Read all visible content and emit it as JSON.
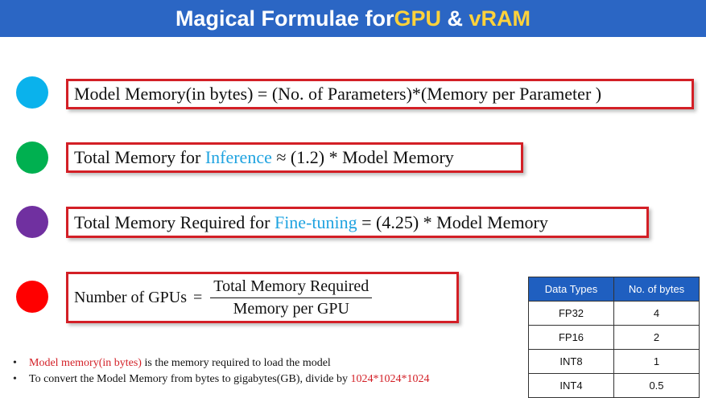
{
  "title": {
    "part1": "Magical Formulae for ",
    "gpu": "GPU",
    "amp": " & ",
    "vram": "vRAM"
  },
  "colors": {
    "banner": "#2b66c4",
    "highlight": "#ffd23a",
    "accent": "#1fa3e0",
    "box_border": "#d31f26",
    "dot1": "#0ab2ec",
    "dot2": "#00b050",
    "dot3": "#7030a0",
    "dot4": "#ff0000"
  },
  "formulas": {
    "f1": "Model Memory(in bytes) = (No. of Parameters)*(Memory per Parameter )",
    "f2": {
      "pre": "Total Memory for ",
      "accent": "Inference",
      "post": " ≈ (1.2) * Model Memory"
    },
    "f3": {
      "pre": "Total Memory Required for ",
      "accent": "Fine-tuning",
      "post": " = (4.25) * Model Memory"
    },
    "f4": {
      "lhs": "Number of GPUs",
      "eq": "=",
      "numerator": "Total Memory Required",
      "denominator": "Memory per GPU"
    }
  },
  "table": {
    "headers": [
      "Data Types",
      "No. of bytes"
    ],
    "rows": [
      [
        "FP32",
        "4"
      ],
      [
        "FP16",
        "2"
      ],
      [
        "INT8",
        "1"
      ],
      [
        "INT4",
        "0.5"
      ]
    ]
  },
  "notes": {
    "bullet": "•",
    "n1_red": "Model memory(in bytes)",
    "n1_rest": " is the memory required to load the model",
    "n2_rest": "To convert the Model Memory from bytes to gigabytes(GB), divide by ",
    "n2_red": "1024*1024*1024"
  }
}
